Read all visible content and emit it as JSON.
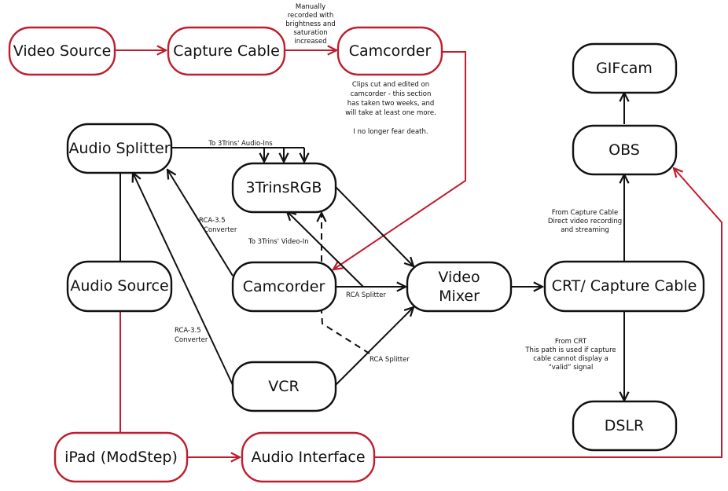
{
  "colors": {
    "black": "#111111",
    "red": "#be1e2d"
  },
  "nodes": [
    {
      "id": "video-source",
      "label": "Video Source",
      "color": "red"
    },
    {
      "id": "capture-cable",
      "label": "Capture Cable",
      "color": "red"
    },
    {
      "id": "camcorder-top",
      "label": "Camcorder",
      "color": "red"
    },
    {
      "id": "gifcam",
      "label": "GIFcam",
      "color": "black"
    },
    {
      "id": "audio-splitter",
      "label": "Audio Splitter",
      "color": "black"
    },
    {
      "id": "obs",
      "label": "OBS",
      "color": "black"
    },
    {
      "id": "3trinsrgb",
      "label": "3TrinsRGB",
      "color": "black"
    },
    {
      "id": "audio-source",
      "label": "Audio Source",
      "color": "black"
    },
    {
      "id": "camcorder",
      "label": "Camcorder",
      "color": "black"
    },
    {
      "id": "video-mixer",
      "label": "Video\nMixer",
      "color": "black"
    },
    {
      "id": "crt-capture-cable",
      "label": "CRT/ Capture Cable",
      "color": "black"
    },
    {
      "id": "vcr",
      "label": "VCR",
      "color": "black"
    },
    {
      "id": "dslr",
      "label": "DSLR",
      "color": "black"
    },
    {
      "id": "ipad-modstep",
      "label": "iPad (ModStep)",
      "color": "red"
    },
    {
      "id": "audio-interface",
      "label": "Audio Interface",
      "color": "red"
    }
  ],
  "edges": [
    {
      "from": "video-source",
      "to": "capture-cable",
      "color": "red",
      "style": "solid",
      "arrow": true
    },
    {
      "from": "capture-cable",
      "to": "camcorder-top",
      "color": "red",
      "style": "solid",
      "arrow": true
    },
    {
      "from": "camcorder-top",
      "to": "camcorder",
      "color": "red",
      "style": "solid",
      "arrow": true
    },
    {
      "from": "audio-splitter",
      "to": "3trinsrgb",
      "color": "black",
      "style": "solid",
      "arrow": true,
      "note": "3 audio-in branches"
    },
    {
      "from": "audio-source",
      "to": "audio-splitter",
      "color": "black",
      "style": "solid",
      "arrow": false
    },
    {
      "from": "camcorder",
      "to": "audio-splitter",
      "color": "black",
      "style": "solid",
      "arrow": true
    },
    {
      "from": "vcr",
      "to": "audio-splitter",
      "color": "black",
      "style": "solid",
      "arrow": true
    },
    {
      "from": "camcorder",
      "to": "3trinsrgb",
      "color": "black",
      "style": "solid",
      "arrow": true
    },
    {
      "from": "camcorder",
      "to": "3trinsrgb",
      "color": "black",
      "style": "dashed",
      "arrow": true
    },
    {
      "from": "3trinsrgb",
      "to": "video-mixer",
      "color": "black",
      "style": "solid",
      "arrow": true
    },
    {
      "from": "camcorder",
      "to": "video-mixer",
      "color": "black",
      "style": "solid",
      "arrow": true
    },
    {
      "from": "vcr",
      "to": "video-mixer",
      "color": "black",
      "style": "solid",
      "arrow": true
    },
    {
      "from": "vcr",
      "to": "3trinsrgb",
      "color": "black",
      "style": "dashed",
      "arrow": false
    },
    {
      "from": "video-mixer",
      "to": "crt-capture-cable",
      "color": "black",
      "style": "solid",
      "arrow": true
    },
    {
      "from": "crt-capture-cable",
      "to": "obs",
      "color": "black",
      "style": "solid",
      "arrow": true
    },
    {
      "from": "obs",
      "to": "gifcam",
      "color": "black",
      "style": "solid",
      "arrow": true
    },
    {
      "from": "crt-capture-cable",
      "to": "dslr",
      "color": "black",
      "style": "solid",
      "arrow": true
    },
    {
      "from": "audio-source",
      "to": "ipad-modstep",
      "color": "red",
      "style": "solid",
      "arrow": false
    },
    {
      "from": "ipad-modstep",
      "to": "audio-interface",
      "color": "red",
      "style": "solid",
      "arrow": true
    },
    {
      "from": "audio-interface",
      "to": "obs",
      "color": "red",
      "style": "solid",
      "arrow": true
    }
  ],
  "annotations": {
    "manual_record": [
      "Manually",
      "recorded with",
      "brightness and",
      "saturation",
      "increased"
    ],
    "clips_cut": [
      "Clips cut and edited on",
      "camcorder - this section",
      "has taken two weeks, and",
      "will take at least one more.",
      "",
      "I no longer fear death."
    ],
    "to_audio_ins": "To 3Trins' Audio-Ins",
    "rca_converter_1": [
      "RCA-3.5",
      "Converter"
    ],
    "to_video_in": "To 3Trins' Video-In",
    "rca_splitter_1": "RCA Splitter",
    "rca_converter_2": [
      "RCA-3.5",
      "Converter"
    ],
    "rca_splitter_2": "RCA Splitter",
    "from_capture_cable": [
      "From Capture Cable",
      "Direct video recording",
      "and streaming"
    ],
    "from_crt": [
      "From CRT",
      "This path is used if  capture",
      "cable cannot display a",
      "“valid” signal"
    ]
  }
}
